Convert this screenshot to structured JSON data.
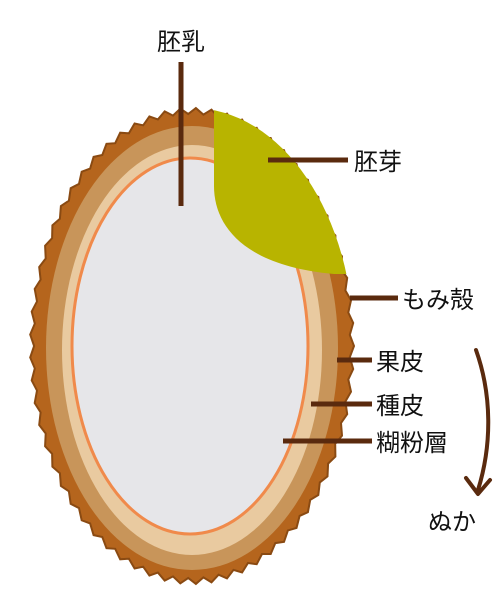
{
  "labels": {
    "endosperm": "胚乳",
    "embryo": "胚芽",
    "husk": "もみ殻",
    "pericarp": "果皮",
    "seed_coat": "種皮",
    "aleurone": "糊粉層",
    "bran": "ぬか"
  },
  "colors": {
    "husk_outer": "#b5651d",
    "husk_edge": "#8a4a12",
    "layer_mid": "#c8955a",
    "layer_light": "#e9caa0",
    "aleurone_line": "#f08a4b",
    "endosperm_fill": "#e6e6e9",
    "embryo_fill": "#b8b400",
    "leader": "#5a2a0e",
    "arrow": "#5a2a0e",
    "text": "#111111"
  }
}
